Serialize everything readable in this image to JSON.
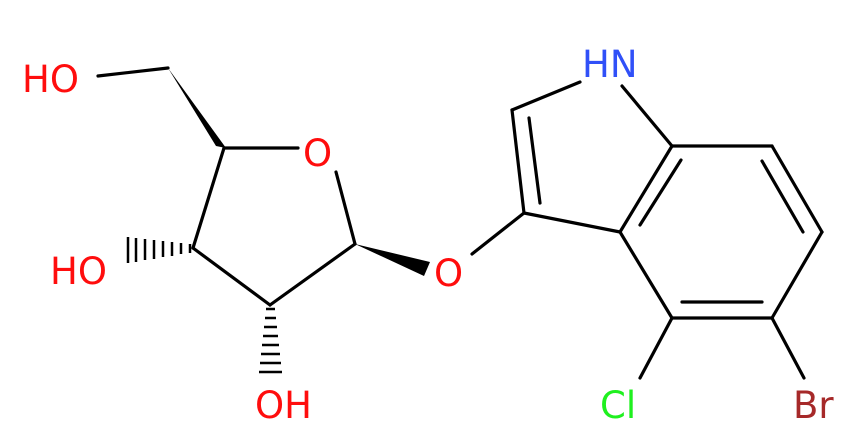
{
  "colors": {
    "bond": "#000000",
    "oxygen": "#ff0d0d",
    "nitrogen": "#3050f8",
    "chlorine": "#1ff01f",
    "bromine": "#a62929"
  },
  "labels": {
    "ho_ch2": "HO",
    "o_ring": "O",
    "ho_c3": "HO",
    "oh_c2": "OH",
    "o_glycosidic": "O",
    "nh": "HN",
    "cl": "Cl",
    "br": "Br"
  }
}
